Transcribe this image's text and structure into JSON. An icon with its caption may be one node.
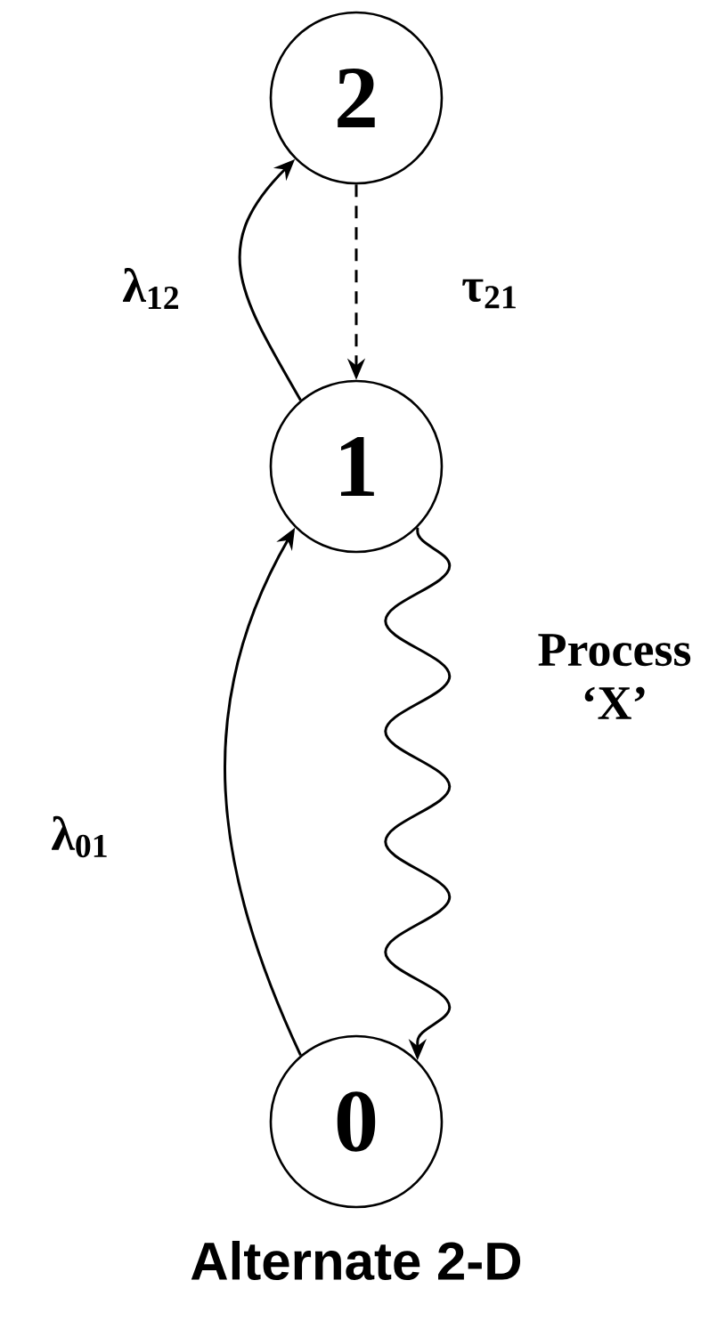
{
  "diagram": {
    "caption": "Alternate 2-D",
    "nodes": [
      {
        "text": [
          "2"
        ]
      },
      {
        "text": [
          "1"
        ]
      },
      {
        "text": [
          "0"
        ]
      }
    ],
    "edges": [
      {
        "from": 1,
        "to": 0,
        "arrow": "to",
        "label": "λ$_{12}$"
      },
      {
        "from": 0,
        "to": 1,
        "arrow": "to",
        "style": "dashed",
        "label": "τ$_{21}$"
      },
      {
        "from": 2,
        "to": 1,
        "arrow": "to",
        "label": "λ$_{01}$"
      },
      {
        "from": 1,
        "to": 2,
        "arrow": "to",
        "label": "Process ‘X’"
      }
    ]
  }
}
